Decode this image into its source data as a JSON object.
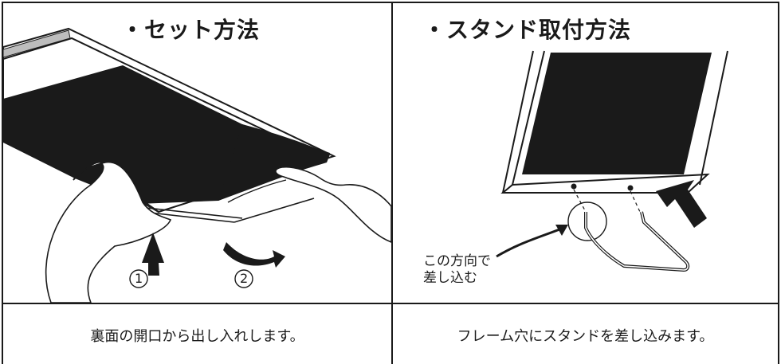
{
  "left_panel": {
    "title": "・セット方法",
    "step1": "1",
    "step2": "2",
    "caption": "裏面の開口から出し入れします。"
  },
  "right_panel": {
    "title": "・スタンド取付方法",
    "note_line1": "この方向で",
    "note_line2": "差し込む",
    "caption": "フレーム穴にスタンドを差し込みます。"
  },
  "colors": {
    "ink": "#1a1a1a",
    "paper": "#ffffff"
  }
}
